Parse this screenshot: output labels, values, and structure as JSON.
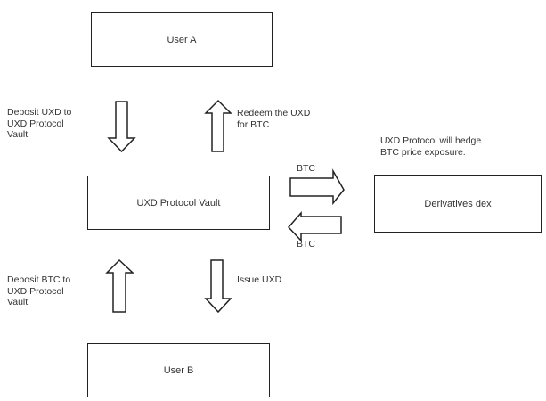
{
  "diagram": {
    "nodes": {
      "user_a": "User A",
      "vault": "UXD Protocol Vault",
      "dex": "Derivatives dex",
      "user_b": "User B"
    },
    "labels": {
      "deposit_uxd": "Deposit UXD to\nUXD Protocol\nVault",
      "redeem": "Redeem the UXD\nfor BTC",
      "hedge_note": "UXD Protocol will hedge\nBTC price exposure.",
      "btc_out": "BTC",
      "btc_in": "BTC",
      "deposit_btc": "Deposit BTC to\nUXD Protocol\nVault",
      "issue": "Issue UXD"
    },
    "edges": [
      {
        "from": "User A",
        "to": "UXD Protocol Vault",
        "label": "Deposit UXD to UXD Protocol Vault",
        "direction": "down"
      },
      {
        "from": "UXD Protocol Vault",
        "to": "User A",
        "label": "Redeem the UXD for BTC",
        "direction": "up"
      },
      {
        "from": "UXD Protocol Vault",
        "to": "Derivatives dex",
        "label": "BTC",
        "direction": "right"
      },
      {
        "from": "Derivatives dex",
        "to": "UXD Protocol Vault",
        "label": "BTC",
        "direction": "left"
      },
      {
        "from": "User B",
        "to": "UXD Protocol Vault",
        "label": "Deposit BTC to UXD Protocol Vault",
        "direction": "up"
      },
      {
        "from": "UXD Protocol Vault",
        "to": "User B",
        "label": "Issue UXD",
        "direction": "down"
      }
    ]
  }
}
